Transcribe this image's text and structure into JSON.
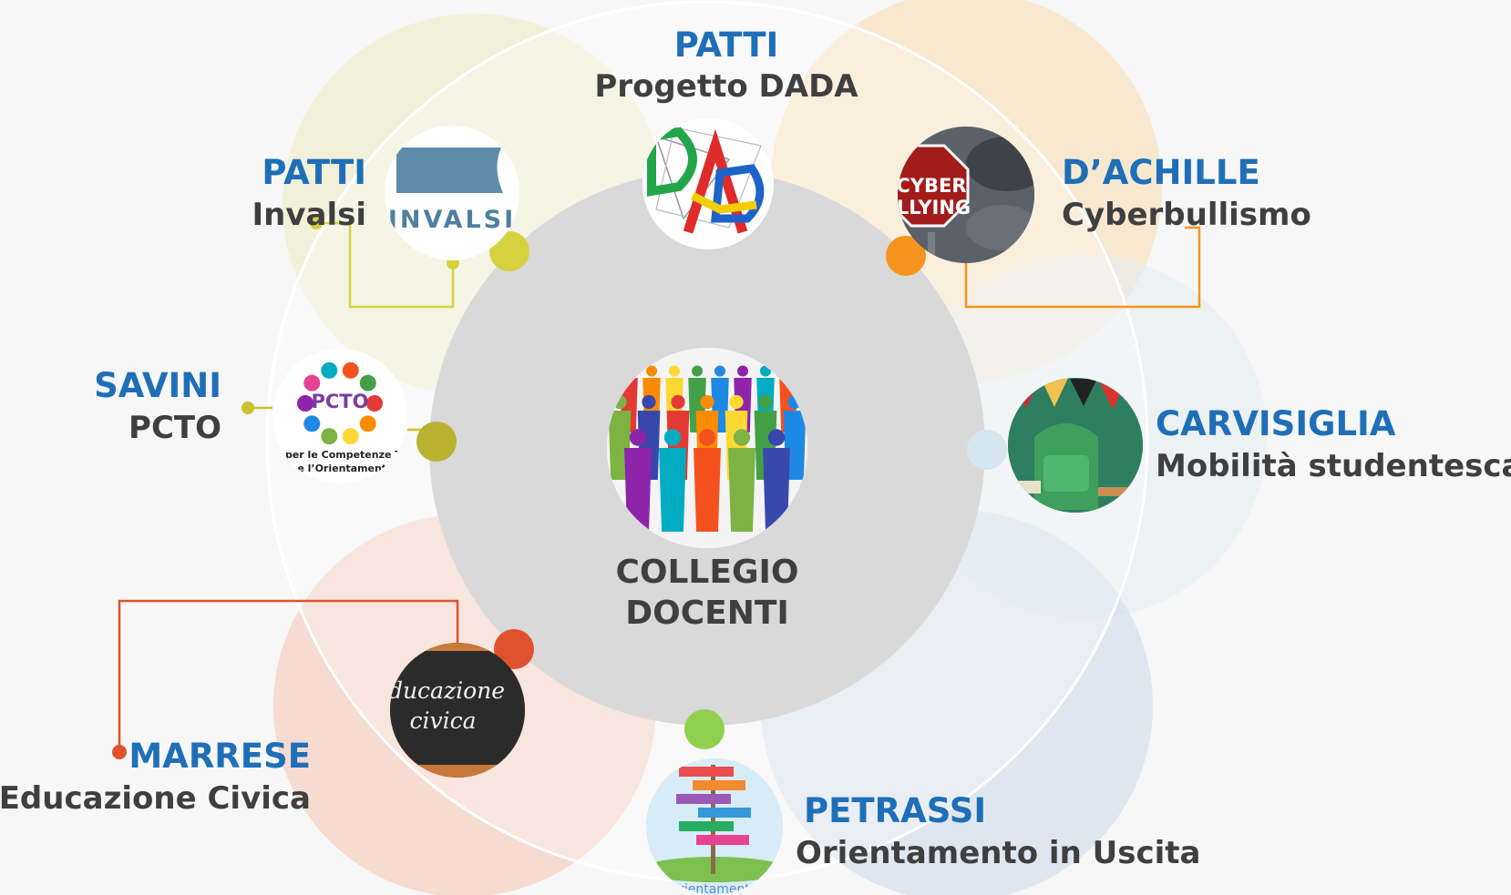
{
  "colors": {
    "name": "#1f6fb8",
    "topic": "#3f3f3f",
    "center_disc": "#d9d9d9",
    "patti_invalsi": "#d6d23f",
    "dada": "#8dc63f",
    "dachille": "#f7941d",
    "carvisiglia": "#d6e6f0",
    "petrassi": "#8fd14f",
    "marrese": "#e0522c",
    "savini": "#c8c22f"
  },
  "center": {
    "line1": "COLLEGIO",
    "line2": "DOCENTI",
    "icon": "people-crowd-icon"
  },
  "nodes": [
    {
      "id": "dada",
      "name": "PATTI",
      "topic": "Progetto DADA",
      "icon": "dada-logo-icon"
    },
    {
      "id": "invalsi",
      "name": "PATTI",
      "topic": "Invalsi",
      "icon": "invalsi-logo-icon"
    },
    {
      "id": "cyber",
      "name": "D’ACHILLE",
      "topic": "Cyberbullismo",
      "icon": "stop-sign-icon"
    },
    {
      "id": "pcto",
      "name": "SAVINI",
      "topic": "PCTO",
      "icon": "pcto-logo-icon"
    },
    {
      "id": "mobilita",
      "name": "CARVISIGLIA",
      "topic": "Mobilità studentesca",
      "icon": "backpack-flags-icon"
    },
    {
      "id": "civica",
      "name": "MARRESE",
      "topic": "Educazione Civica",
      "icon": "chalkboard-icon"
    },
    {
      "id": "orientamento",
      "name": "PETRASSI",
      "topic": "Orientamento in Uscita",
      "icon": "signpost-icon"
    }
  ],
  "image_text": {
    "invalsi": "INVALSI",
    "cyber_line1": "CYBER",
    "cyber_line2": "ULLYING",
    "pcto": "PCTO",
    "pcto_caption1": "per le Competenze Tr",
    "pcto_caption2": "e l’Orientamento",
    "civica_line1": "ducazione",
    "civica_line2": "civica",
    "orient_caption": "orientamento"
  }
}
